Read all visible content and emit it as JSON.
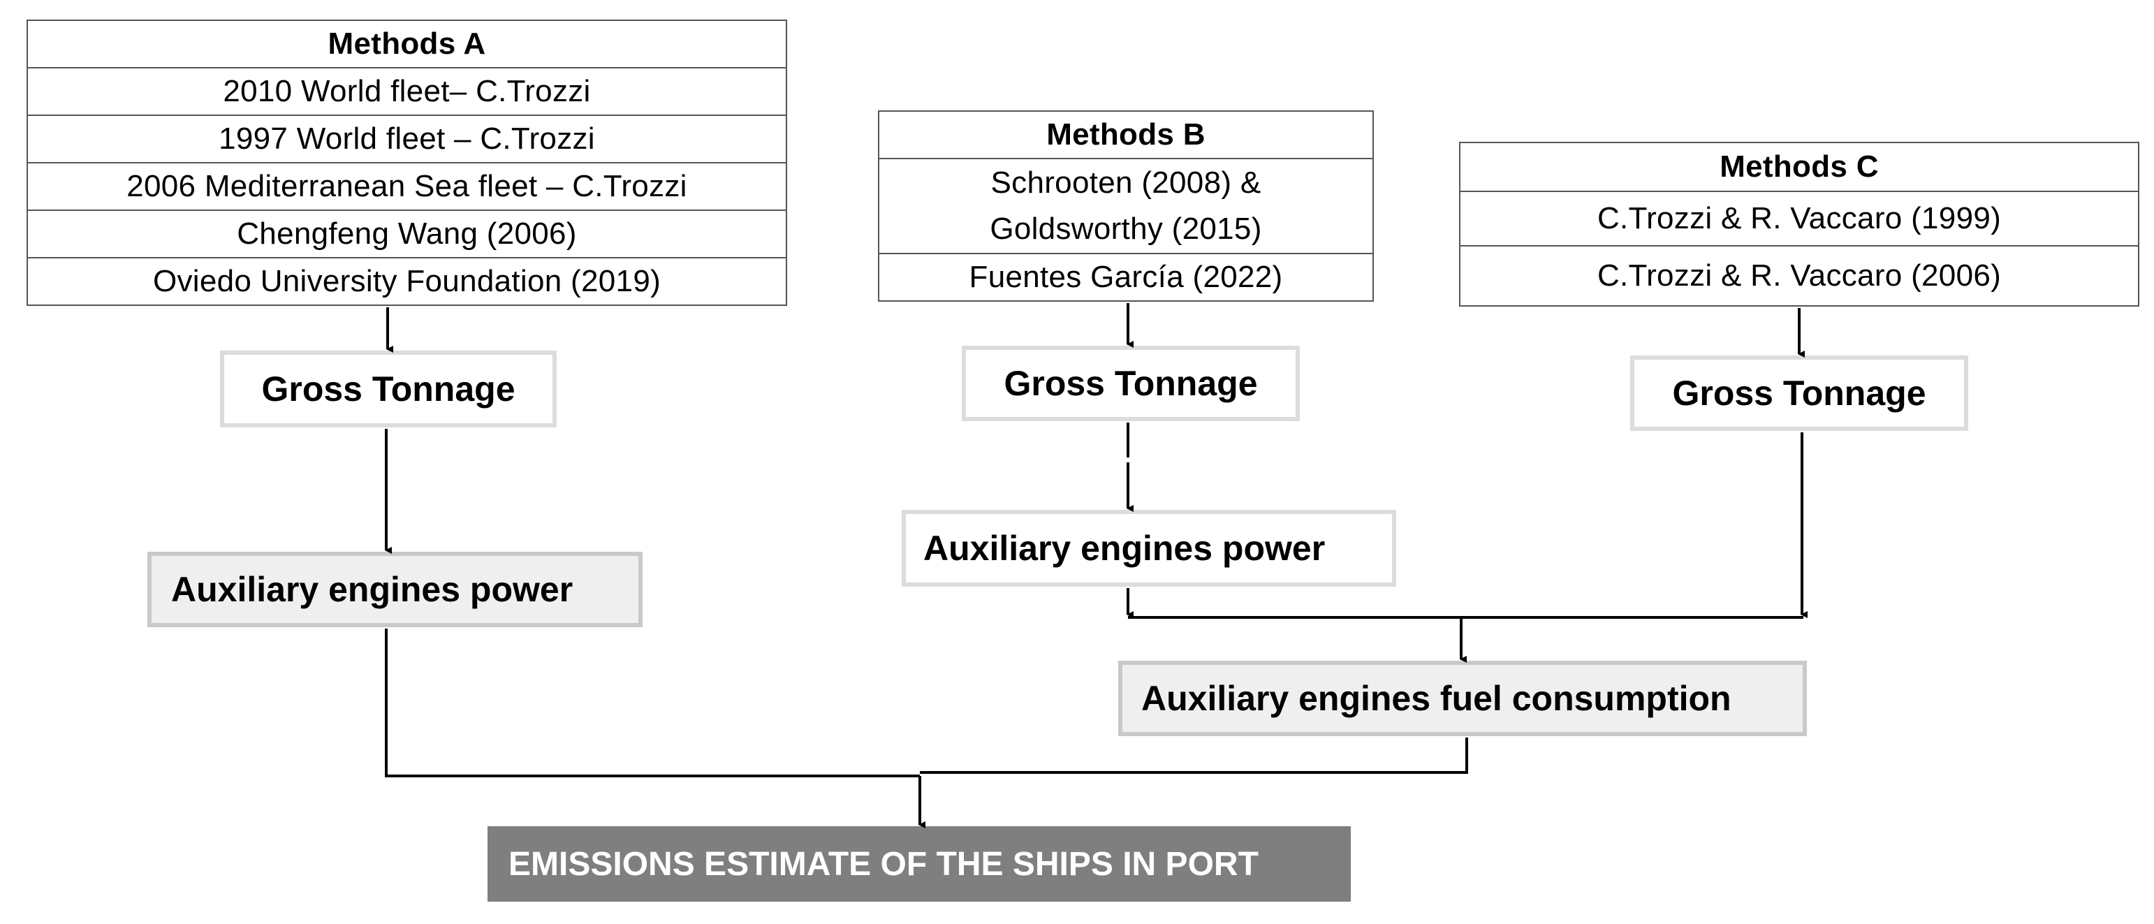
{
  "methods_a": {
    "title": "Methods A",
    "items": [
      "2010 World fleet– C.Trozzi",
      "1997 World fleet – C.Trozzi",
      "2006 Mediterranean Sea fleet – C.Trozzi",
      "Chengfeng  Wang (2006)",
      "Oviedo University Foundation (2019)"
    ]
  },
  "methods_b": {
    "title": "Methods B",
    "items": [
      {
        "line1": "Schrooten (2008) &",
        "line2": "Goldsworthy (2015)"
      },
      "Fuentes García (2022)"
    ]
  },
  "methods_c": {
    "title": "Methods C",
    "items": [
      "C.Trozzi & R. Vaccaro (1999)",
      "C.Trozzi & R. Vaccaro (2006)"
    ]
  },
  "boxes": {
    "gross_tonnage_a": "Gross Tonnage",
    "gross_tonnage_b": "Gross Tonnage",
    "gross_tonnage_c": "Gross Tonnage",
    "aux_power_a": "Auxiliary engines power",
    "aux_power_b": "Auxiliary engines power",
    "fuel_consumption": "Auxiliary engines fuel consumption",
    "emissions": "EMISSIONS ESTIMATE OF THE SHIPS IN PORT"
  },
  "colors": {
    "line": "#000000",
    "table_border": "#555555",
    "emissions_fill": "#7f7f7f",
    "grey_box_fill": "#efefef"
  }
}
